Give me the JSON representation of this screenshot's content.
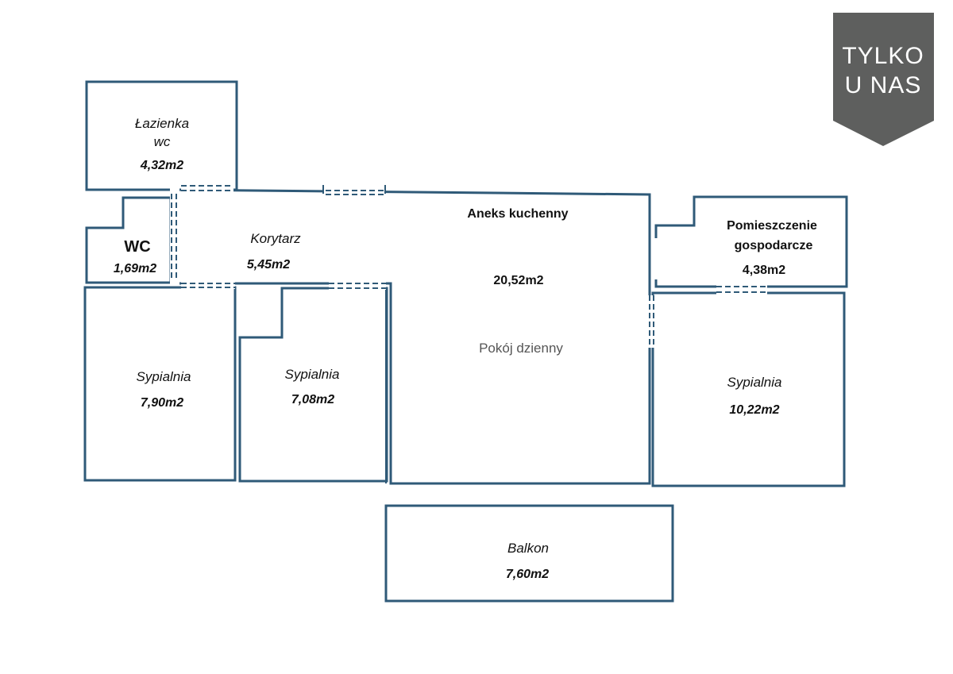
{
  "badge": {
    "line1": "TYLKO",
    "line2": "U NAS",
    "color": "#5e5f5e"
  },
  "wall_color": "#2f5a78",
  "rooms": {
    "bathroom": {
      "name": "Łazienka",
      "sub": "wc",
      "area": "4,32m2"
    },
    "wc": {
      "name": "WC",
      "area": "1,69m2"
    },
    "corridor": {
      "name": "Korytarz",
      "area": "5,45m2"
    },
    "kitchen": {
      "name": "Aneks kuchenny",
      "area": "20,52m2",
      "living": "Pokój dzienny"
    },
    "utility": {
      "name": "Pomieszczenie",
      "name2": "gospodarcze",
      "area": "4,38m2"
    },
    "bedroom1": {
      "name": "Sypialnia",
      "area": "7,90m2"
    },
    "bedroom2": {
      "name": "Sypialnia",
      "area": "7,08m2"
    },
    "bedroom3": {
      "name": "Sypialnia",
      "area": "10,22m2"
    },
    "balcony": {
      "name": "Balkon",
      "area": "7,60m2"
    }
  }
}
